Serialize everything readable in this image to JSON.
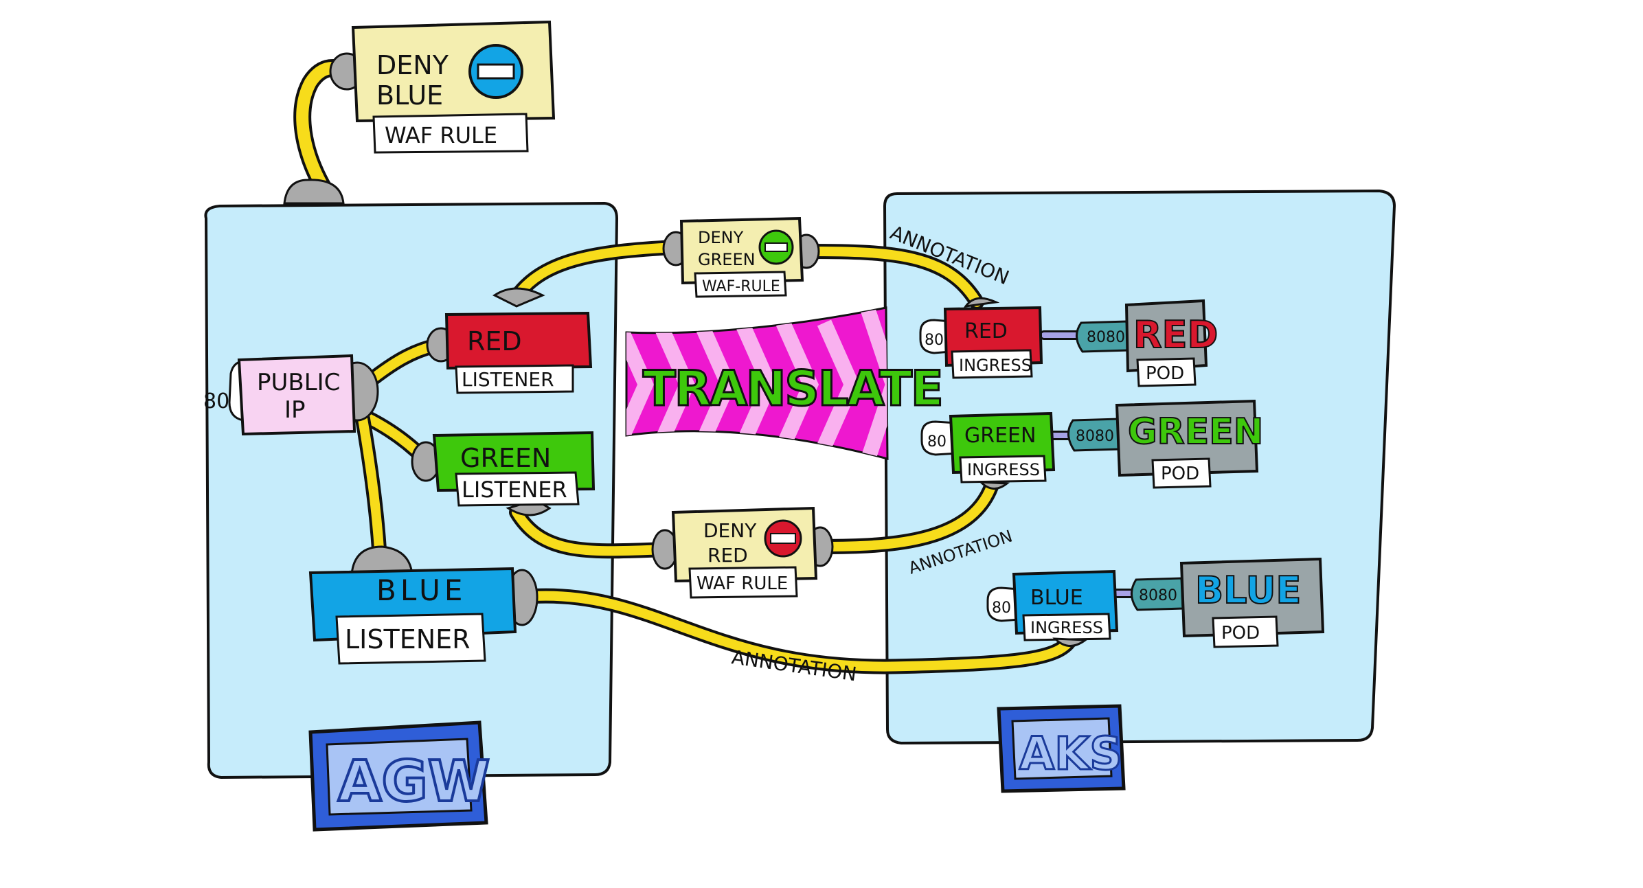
{
  "waf_top": {
    "line1": "DENY",
    "line2": "BLUE",
    "tag": "WAF RULE"
  },
  "waf_green": {
    "line1": "DENY",
    "line2": "GREEN",
    "tag": "WAF-RULE"
  },
  "waf_red": {
    "line1": "DENY",
    "line2": "RED",
    "tag": "WAF RULE"
  },
  "public_ip": {
    "line1": "PUBLIC",
    "line2": "IP",
    "port": "80"
  },
  "listeners": {
    "red": {
      "name": "RED",
      "tag": "LISTENER"
    },
    "green": {
      "name": "GREEN",
      "tag": "LISTENER"
    },
    "blue": {
      "name": "BLUE",
      "tag": "LISTENER"
    }
  },
  "translate": "TRANSLATE",
  "ingresses": {
    "red": {
      "name": "RED",
      "tag": "INGRESS",
      "port": "80",
      "target_port": "8080"
    },
    "green": {
      "name": "GREEN",
      "tag": "INGRESS",
      "port": "80",
      "target_port": "8080"
    },
    "blue": {
      "name": "BLUE",
      "tag": "INGRESS",
      "port": "80",
      "target_port": "8080"
    }
  },
  "pods": {
    "red": {
      "name": "RED",
      "tag": "POD"
    },
    "green": {
      "name": "GREEN",
      "tag": "POD"
    },
    "blue": {
      "name": "BLUE",
      "tag": "POD"
    }
  },
  "annotations": {
    "top": "ANNOTATION",
    "middle": "ANNOTATION",
    "bottom": "ANNOTATION"
  },
  "panels": {
    "agw": "AGW",
    "aks": "AKS"
  },
  "colors": {
    "panel": "#c6ecfb",
    "waf": "#f4eeb0",
    "wire": "#f7dc1b",
    "plug": "#aaaaaa",
    "red": "#d9182e",
    "green": "#3ec80c",
    "blue": "#12a4e5",
    "pink": "#f8d3f2",
    "pod": "#9aa5a8",
    "aks_badge": "#2f5ed8",
    "agw_badge": "#2f5ed8"
  }
}
